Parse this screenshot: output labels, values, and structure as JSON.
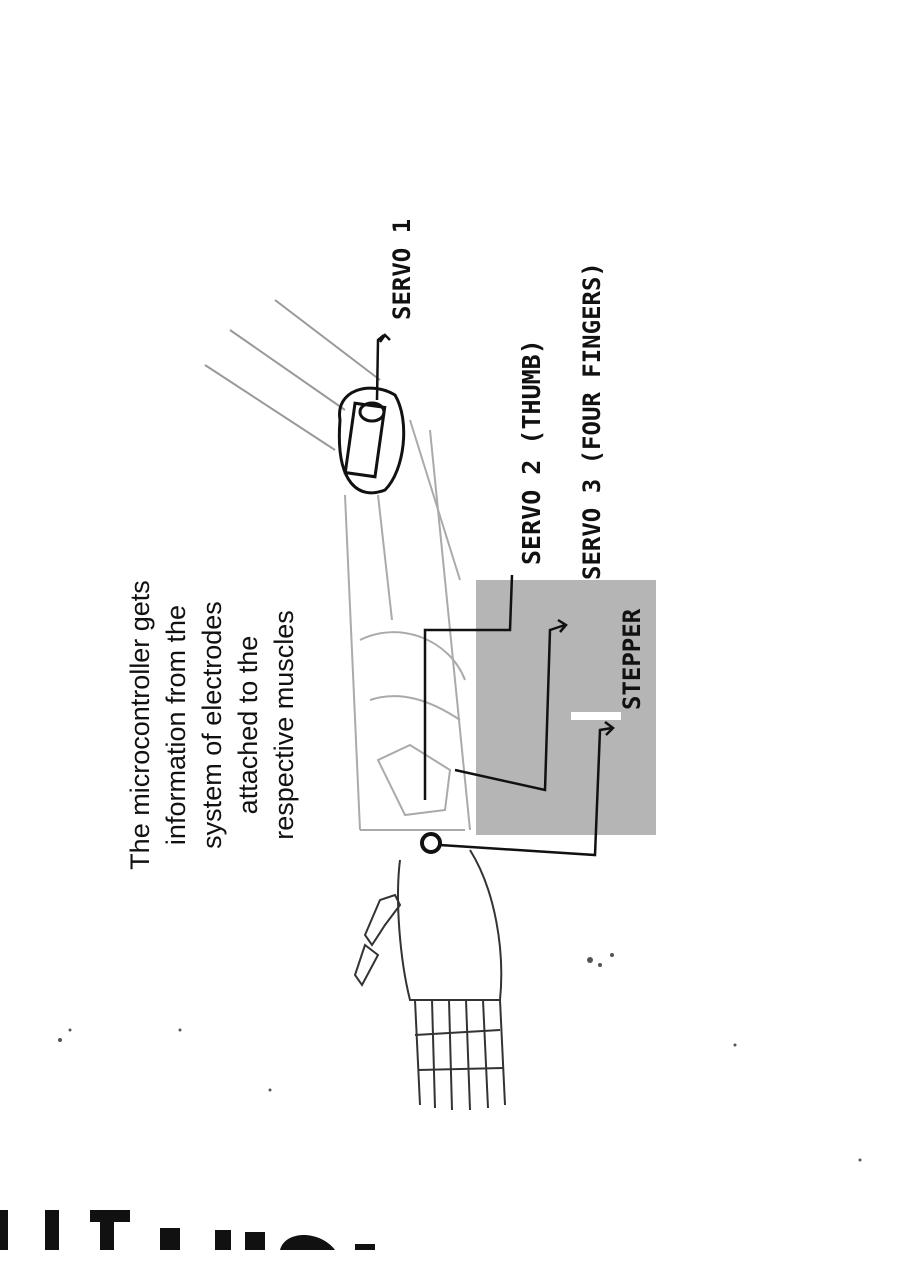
{
  "caption": {
    "lines": [
      "The microcontroller gets",
      "information from the",
      "system of electrodes",
      "attached to the",
      "respective muscles"
    ]
  },
  "labels": {
    "servo1": "SERVO 1",
    "servo2": "SERVO 2 (THUMB)",
    "servo3": "SERVO 3 (FOUR FINGERS)",
    "stepper": "STEPPER"
  }
}
